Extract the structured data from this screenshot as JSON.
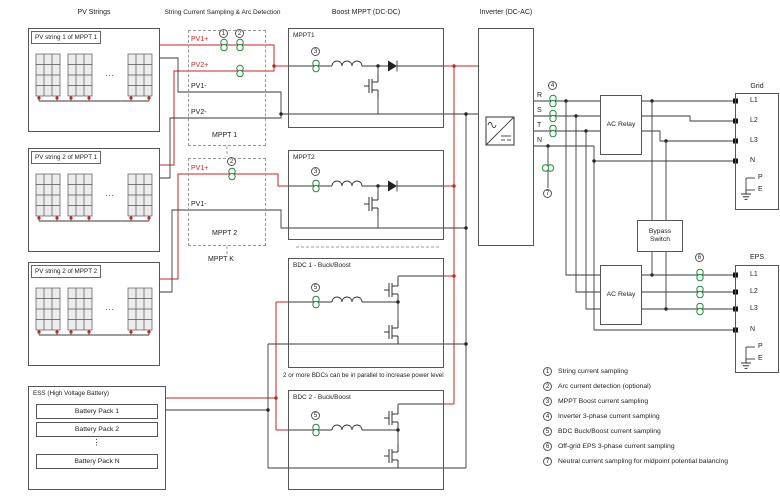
{
  "titles": {
    "pv_strings": "PV Strings",
    "sampling": "String Current Sampling & Arc Detection",
    "boost": "Boost MPPT (DC-DC)",
    "inverter": "Inverter (DC-AC)"
  },
  "pv": {
    "box1": "PV string 1 of MPPT 1",
    "box2": "PV string 2 of MPPT 1",
    "box3": "PV string 2 of MPPT 2",
    "dots": "..."
  },
  "sampling": {
    "box1": {
      "pv1p": "PV1+",
      "pv2p": "PV2+",
      "pv1n": "PV1-",
      "pv2n": "PV2-",
      "name": "MPPT 1"
    },
    "box2": {
      "pv1p": "PV1+",
      "pv1n": "PV1-",
      "name": "MPPT 2"
    },
    "mppt_k": "MPPT K"
  },
  "boost": {
    "mppt1": "MPPT1",
    "mppt2": "MPPT2",
    "bdc1": "BDC 1 - Buck/Boost",
    "bdc2": "BDC 2 - Buck/Boost",
    "note": "2 or more BDCs can be in parallel to increase power level"
  },
  "inverter": {
    "phases": {
      "r": "R",
      "s": "S",
      "t": "T",
      "n": "N"
    }
  },
  "ess": {
    "title": "ESS (High Voltage Battery)",
    "pack1": "Battery Pack 1",
    "pack2": "Battery Pack 2",
    "packn": "Battery Pack N",
    "dots": "⋮"
  },
  "ac": {
    "relay1": "AC Relay",
    "relay2": "AC Relay",
    "bypass": "Bypass Switch",
    "grid": {
      "title": "Grid",
      "l1": "L1",
      "l2": "L2",
      "l3": "L3",
      "n": "N",
      "p": "P",
      "e": "E"
    },
    "eps": {
      "title": "EPS",
      "l1": "L1",
      "l2": "L2",
      "l3": "L3",
      "n": "N",
      "p": "P",
      "e": "E"
    }
  },
  "legend": {
    "items": [
      {
        "num": "1",
        "text": "String current sampling"
      },
      {
        "num": "2",
        "text": "Arc current detection (optional)"
      },
      {
        "num": "3",
        "text": "MPPT Boost current sampling"
      },
      {
        "num": "4",
        "text": "Inverter 3-phase current sampling"
      },
      {
        "num": "5",
        "text": "BDC Buck/Boost current sampling"
      },
      {
        "num": "6",
        "text": "Off-grid EPS 3-phase current sampling"
      },
      {
        "num": "7",
        "text": "Neutral current sampling for midpoint potential balancing"
      }
    ]
  },
  "colors": {
    "positive_wire": "#cc2222",
    "wire": "#3a3a3a",
    "sensor": "#1f8c3b"
  }
}
